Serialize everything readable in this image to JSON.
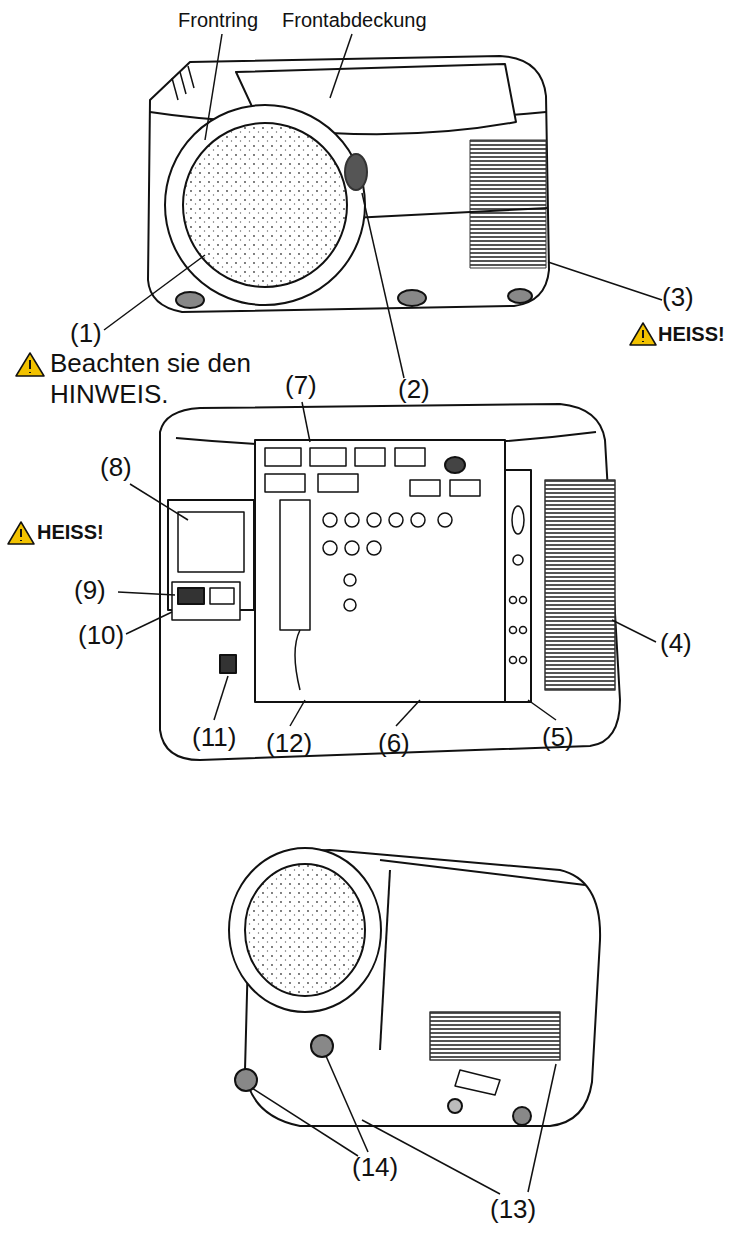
{
  "diagram": {
    "labels": [
      "Frontring",
      "Frontabdeckung",
      "(1)",
      "Beachten sie den HINWEIS.",
      "(3)",
      "HEISS!",
      "(2)",
      "(7)",
      "(8)",
      "HEISS!",
      "(9)",
      "(10)",
      "(4)",
      "(11)",
      "(12)",
      "(6)",
      "(5)",
      "(14)",
      "(13)"
    ]
  }
}
